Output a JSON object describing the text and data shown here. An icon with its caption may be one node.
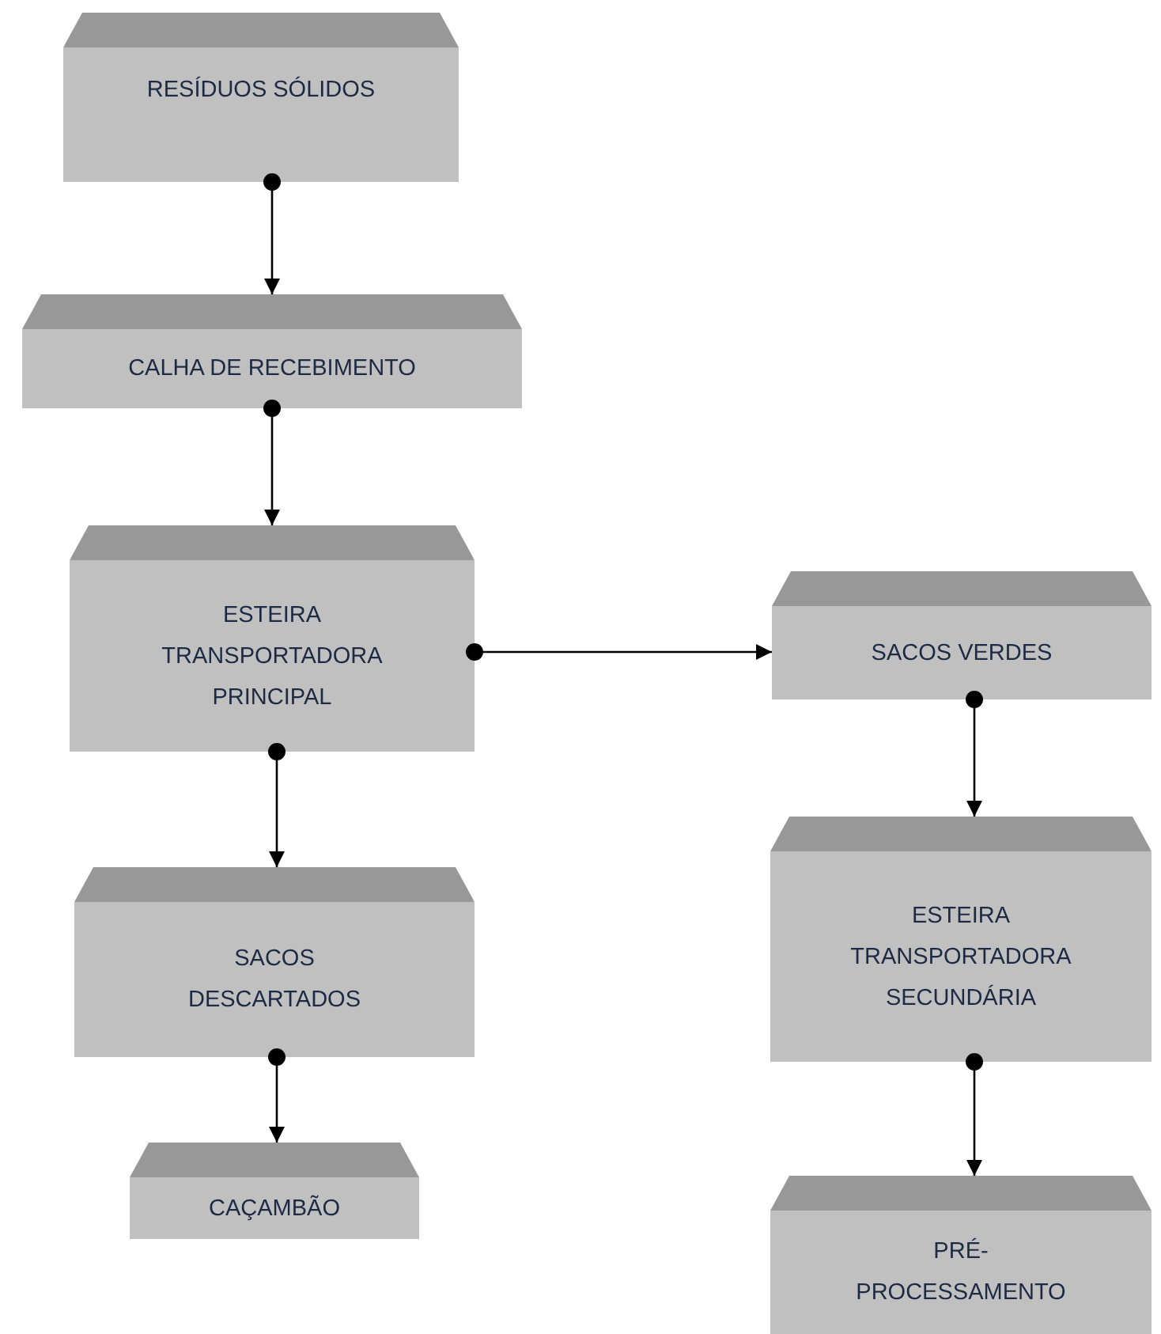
{
  "diagram": {
    "nodes": [
      {
        "text": [
          "RESÍDUOS SÓLIDOS"
        ]
      },
      {
        "text": [
          "CALHA DE RECEBIMENTO"
        ]
      },
      {
        "text": [
          "ESTEIRA TRANSPORTADORA PRINCIPAL"
        ]
      },
      {
        "text": [
          "SACOS VERDES"
        ]
      },
      {
        "text": [
          "ESTEIRA TRANSPORTADORA SECUNDÁRIA"
        ]
      },
      {
        "text": [
          "SACOS DESCARTADOS"
        ]
      },
      {
        "text": [
          "CAÇAMBÃO"
        ]
      },
      {
        "text": [
          "PRÉ- PROCESSAMENTO"
        ]
      }
    ],
    "edges": [
      {
        "from": 0,
        "to": 1,
        "arrow": "to"
      },
      {
        "from": 1,
        "to": 2,
        "arrow": "to"
      },
      {
        "from": 2,
        "to": 3,
        "arrow": "to"
      },
      {
        "from": 2,
        "to": 5,
        "arrow": "to"
      },
      {
        "from": 3,
        "to": 4,
        "arrow": "to"
      },
      {
        "from": 4,
        "to": 7,
        "arrow": "to"
      },
      {
        "from": 5,
        "to": 6,
        "arrow": "to"
      }
    ]
  }
}
